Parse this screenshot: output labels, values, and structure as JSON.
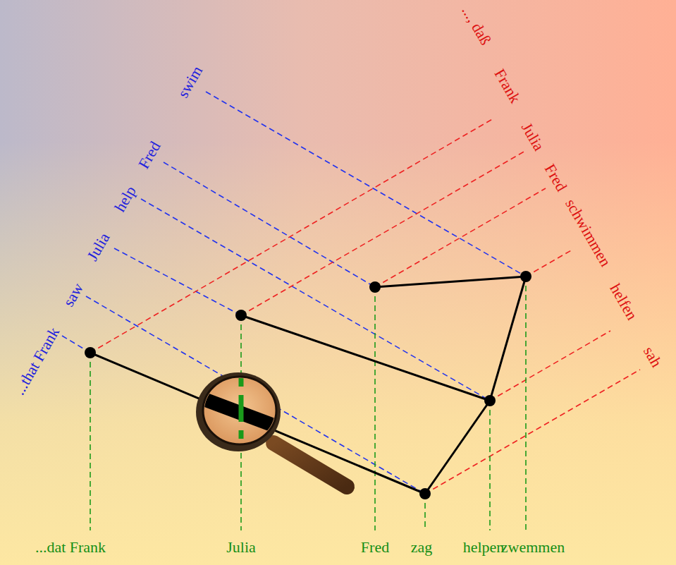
{
  "diagram": {
    "labels": [
      "...that Frank",
      "saw",
      "Julia",
      "help",
      "Fred",
      "swim",
      "..., daß",
      "Frank",
      "Julia",
      "Fred",
      "schwimmen",
      "helfen",
      "sah",
      "...dat Frank",
      "Julia",
      "Fred",
      "zag",
      "helpen",
      "zwemmen"
    ]
  }
}
